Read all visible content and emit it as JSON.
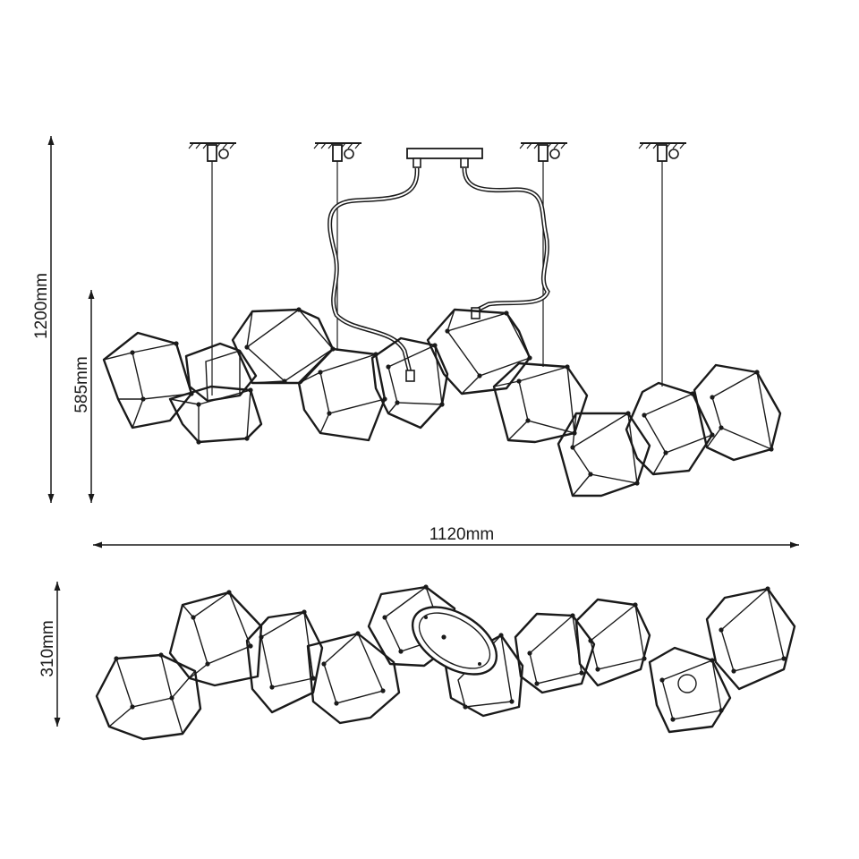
{
  "dimensions": {
    "total_height": "1200mm",
    "body_height": "585mm",
    "width": "1120mm",
    "depth": "310mm"
  },
  "colors": {
    "line": "#1a1a1a",
    "background": "#ffffff"
  }
}
